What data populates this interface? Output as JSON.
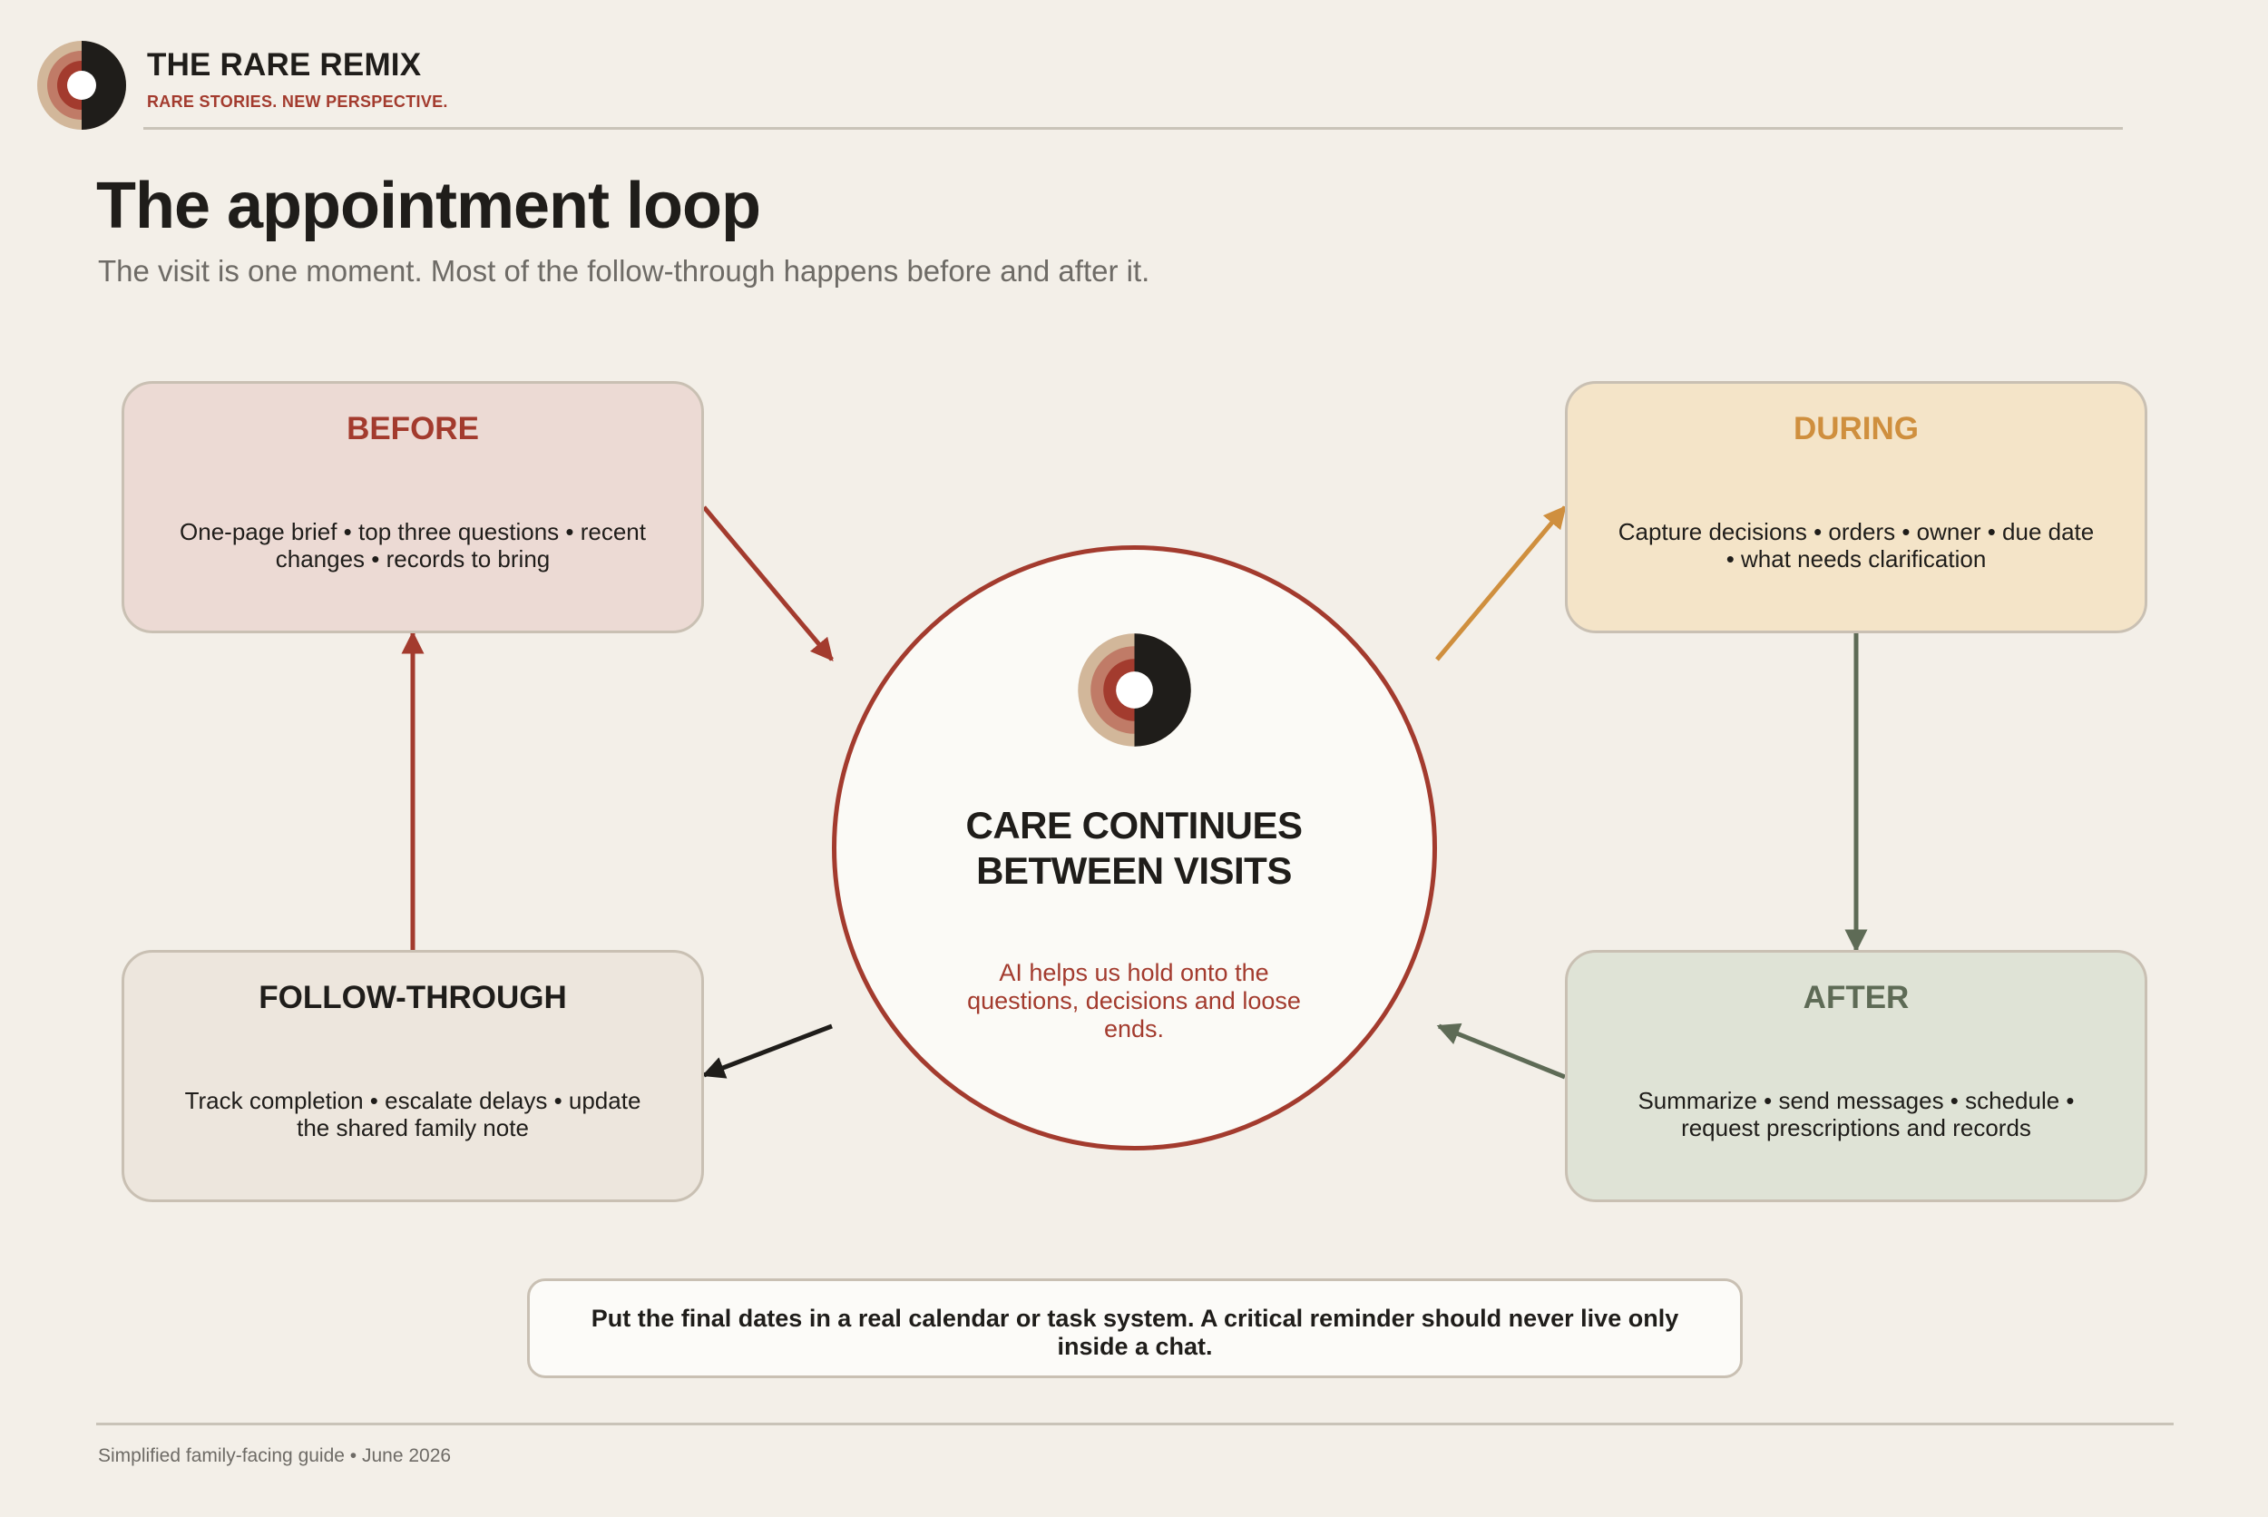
{
  "brand": {
    "name": "THE RARE REMIX",
    "tagline": "RARE STORIES. NEW PERSPECTIVE."
  },
  "page": {
    "title": "The appointment loop",
    "subtitle": "The visit is one moment. Most of the follow-through happens before and after it."
  },
  "stages": {
    "before": {
      "title": "BEFORE",
      "description": "One-page brief • top three questions • recent changes • records to bring"
    },
    "during": {
      "title": "DURING",
      "description": "Capture decisions • orders • owner • due date • what needs clarification"
    },
    "after": {
      "title": "AFTER",
      "description": "Summarize • send messages • schedule • request prescriptions and records"
    },
    "follow_through": {
      "title": "FOLLOW-THROUGH",
      "description": "Track completion • escalate delays • update the shared family note"
    }
  },
  "center": {
    "title": "CARE CONTINUES BETWEEN VISITS",
    "note": "AI helps us hold onto the questions, decisions and loose ends."
  },
  "callout": {
    "text": "Put the final dates in a real calendar or task system. A critical reminder should never live only inside a chat."
  },
  "footer": {
    "text": "Simplified family-facing guide • June 2026"
  },
  "colors": {
    "background": "#f3efe8",
    "accent_red": "#a33b2e",
    "accent_gold": "#cf8f3e",
    "accent_green": "#5e6b56",
    "ink": "#1f1d1a"
  },
  "icons": {
    "logo": "concentric-rings-logo-icon"
  }
}
